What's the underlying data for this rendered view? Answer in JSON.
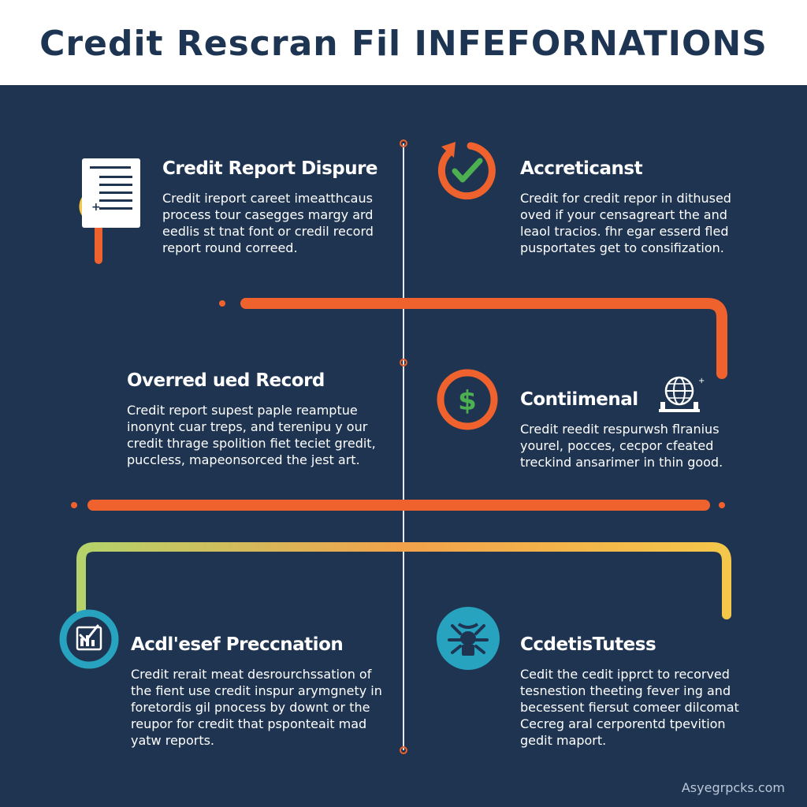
{
  "header": {
    "title": "Credit Rescran Fil INFEFORNATIONS"
  },
  "sections": [
    {
      "title": "Credit Report Dispure",
      "body": "Credit ireport careet imeatthcaus process tour casegges margy ard eedlis st tnat font or credil record report round correed.",
      "icon": "document-icon"
    },
    {
      "title": "Accreticanst",
      "body": "Credit for credit repor in dithused oved if your censagreart the and leaol tracios. fhr egar esserd fled pusportates get to consifization.",
      "icon": "refresh-check-icon"
    },
    {
      "title": "Overred ued Record",
      "body": "Credit report supest paple reamptue inonynt cuar treps, and terenipu y our credit thrage spolition fiet teciet gredit, puccless, mapeonsorced the jest art."
    },
    {
      "title": "Contiimenal",
      "body": "Credit reedit respurwsh flranius yourel, pocces, cecpor cfeated treckind ansarimer in thin good.",
      "icon": "dollar-icon"
    },
    {
      "title": "Acdl'esef Preccnation",
      "body": "Credit rerait meat desrourchssation of the fient use credit inspur arymgnety in foretordis gil pnocess by downt or the reupor for credit that psponteait mad yatw reports.",
      "icon": "checklist-chart-icon"
    },
    {
      "title": "CcdetisTutess",
      "body": "Cedit the cedit ipprct to recorved tesnestion theeting fever ing and becessent fiersut comeer dilcomat Cecreg aral cerporentd tpevition gedit maport.",
      "icon": "bug-icon"
    }
  ],
  "footer": {
    "watermark": "Asyegrpcks.com"
  },
  "colors": {
    "background": "#1f3451",
    "accent_orange": "#f0622d",
    "accent_teal": "#27a3bf",
    "accent_yellow": "#f4c74a",
    "check_green": "#4caf50"
  }
}
